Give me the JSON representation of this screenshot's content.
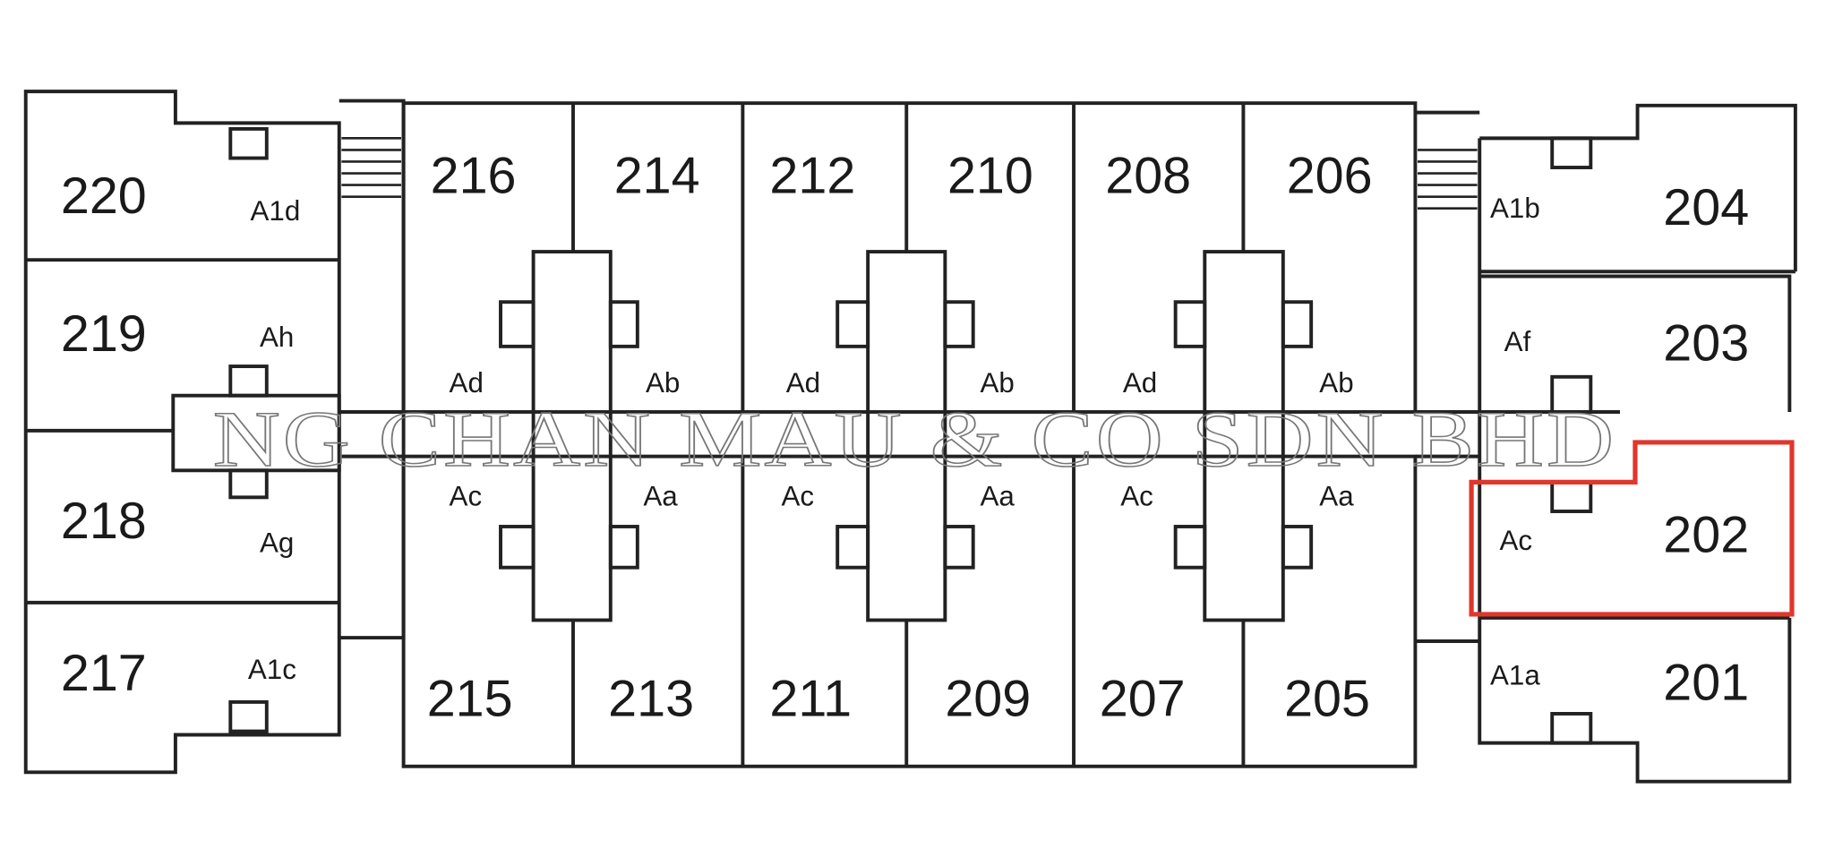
{
  "plan": {
    "watermark": "NG CHAN MAU & CO SDN BHD",
    "highlight_color": "#e0362c",
    "highlighted_unit": "202",
    "units": {
      "u220": "220",
      "u219": "219",
      "u218": "218",
      "u217": "217",
      "u216": "216",
      "u214": "214",
      "u212": "212",
      "u210": "210",
      "u208": "208",
      "u206": "206",
      "u215": "215",
      "u213": "213",
      "u211": "211",
      "u209": "209",
      "u207": "207",
      "u205": "205",
      "u204": "204",
      "u203": "203",
      "u202": "202",
      "u201": "201"
    },
    "types": {
      "t220": "A1d",
      "t219": "Ah",
      "t218": "Ag",
      "t217": "A1c",
      "t216": "Ad",
      "t214": "Ab",
      "t212": "Ad",
      "t210": "Ab",
      "t208": "Ad",
      "t206": "Ab",
      "t215": "Ac",
      "t213": "Aa",
      "t211": "Ac",
      "t209": "Aa",
      "t207": "Ac",
      "t205": "Aa",
      "t204": "A1b",
      "t203": "Af",
      "t202": "Ac",
      "t201": "A1a"
    }
  }
}
